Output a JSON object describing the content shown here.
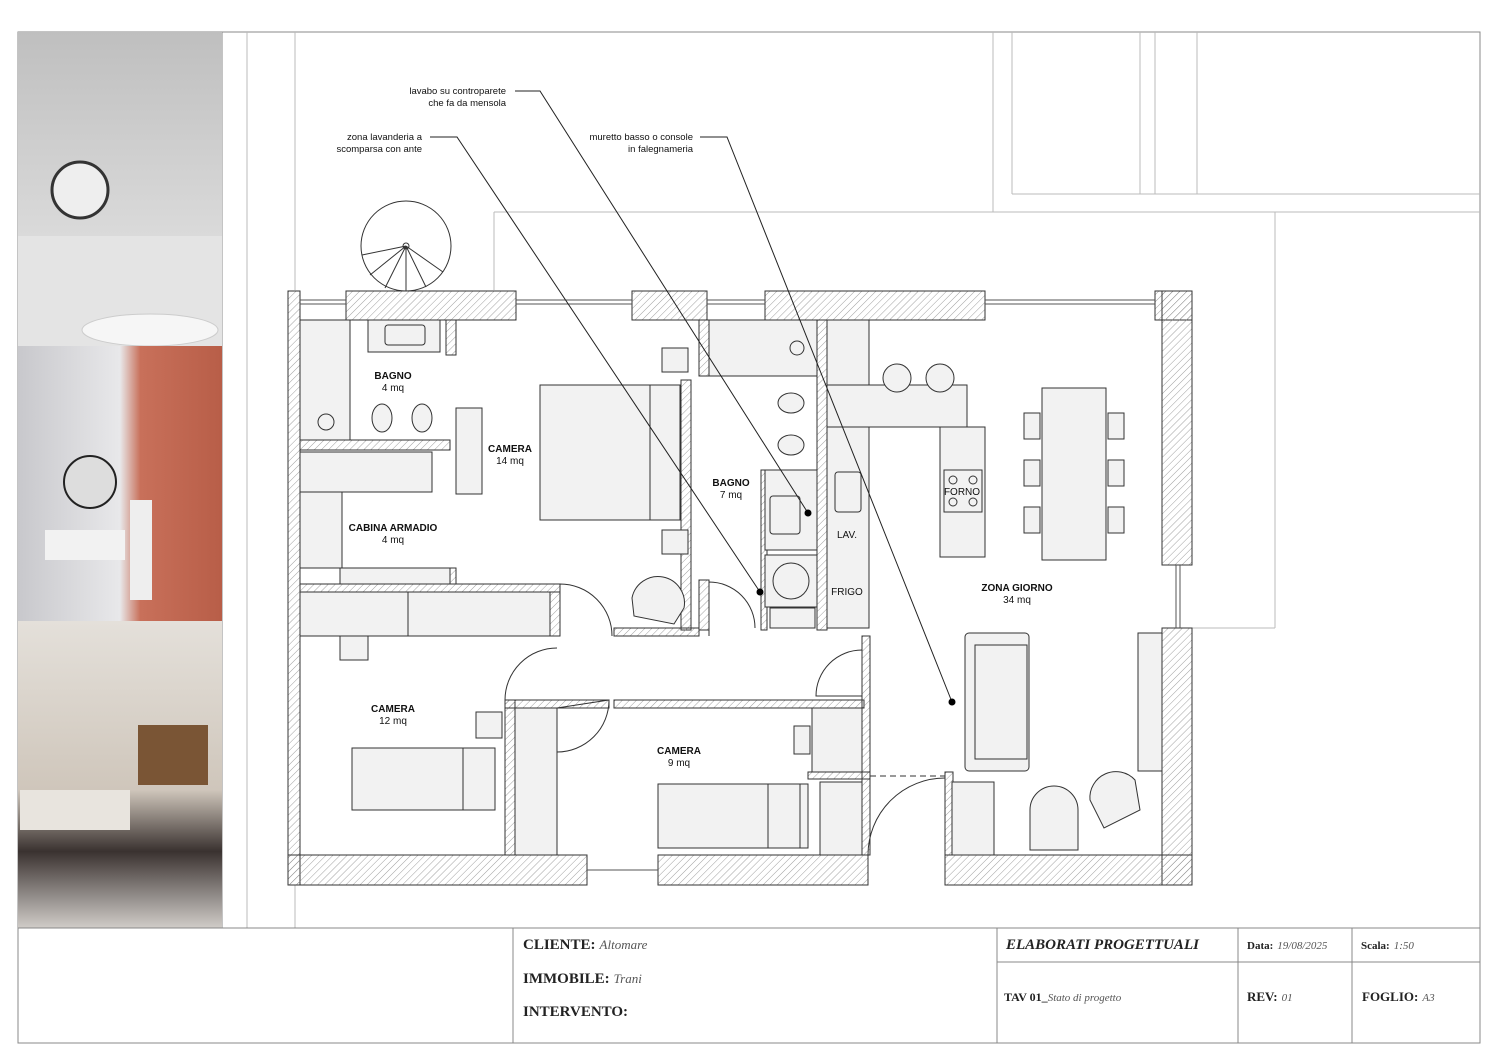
{
  "annotations": {
    "lavabo": [
      "lavabo su controparete",
      "che fa da mensola"
    ],
    "lavanderia": [
      "zona lavanderia a",
      "scomparsa con ante"
    ],
    "muretto": [
      "muretto basso o console",
      "in falegnameria"
    ]
  },
  "rooms": {
    "bagno1": {
      "name": "BAGNO",
      "area": "4 mq"
    },
    "camera1": {
      "name": "CAMERA",
      "area": "14 mq"
    },
    "cabina": {
      "name": "CABINA ARMADIO",
      "area": "4 mq"
    },
    "bagno2": {
      "name": "BAGNO",
      "area": "7 mq"
    },
    "giorno": {
      "name": "ZONA GIORNO",
      "area": "34 mq"
    },
    "camera2": {
      "name": "CAMERA",
      "area": "12 mq"
    },
    "camera3": {
      "name": "CAMERA",
      "area": "9 mq"
    }
  },
  "fixtures": {
    "lav": "LAV.",
    "frigo": "FRIGO",
    "forno": "FORNO"
  },
  "title_block": {
    "cliente_label": "CLIENTE:",
    "cliente": "Altomare",
    "immobile_label": "IMMOBILE:",
    "immobile": "Trani",
    "intervento_label": "INTERVENTO:",
    "elaborati": "ELABORATI PROGETTUALI",
    "data_label": "Data:",
    "data": "19/08/2025",
    "scala_label": "Scala:",
    "scala": "1:50",
    "tav": "TAV 01_",
    "tav_desc": "Stato di progetto",
    "rev_label": "REV:",
    "rev": "01",
    "foglio_label": "FOGLIO:",
    "foglio": "A3"
  }
}
